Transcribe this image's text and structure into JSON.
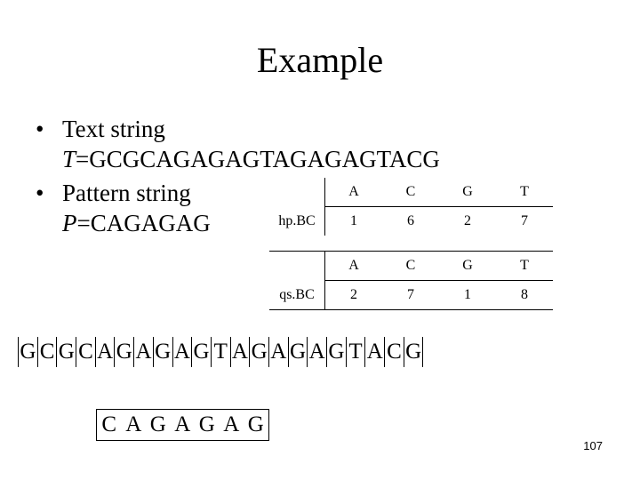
{
  "title": "Example",
  "bullets": [
    {
      "label": "Text string",
      "var": "T",
      "value": "=GCGCAGAGAGTAGAGAGTACG"
    },
    {
      "label": "Pattern string",
      "var": "P",
      "value": "=CAGAGAG"
    }
  ],
  "table_hp": {
    "label": "hp.BC",
    "headers": [
      "A",
      "C",
      "G",
      "T"
    ],
    "values": [
      "1",
      "6",
      "2",
      "7"
    ]
  },
  "table_qs": {
    "label": "qs.BC",
    "headers": [
      "A",
      "C",
      "G",
      "T"
    ],
    "values": [
      "2",
      "7",
      "1",
      "8"
    ]
  },
  "text_letters": [
    "G",
    "C",
    "G",
    "C",
    "A",
    "G",
    "A",
    "G",
    "A",
    "G",
    "T",
    "A",
    "G",
    "A",
    "G",
    "A",
    "G",
    "T",
    "A",
    "C",
    "G"
  ],
  "pattern_letters": [
    "C",
    "A",
    "G",
    "A",
    "G",
    "A",
    "G"
  ],
  "page_number": "107"
}
